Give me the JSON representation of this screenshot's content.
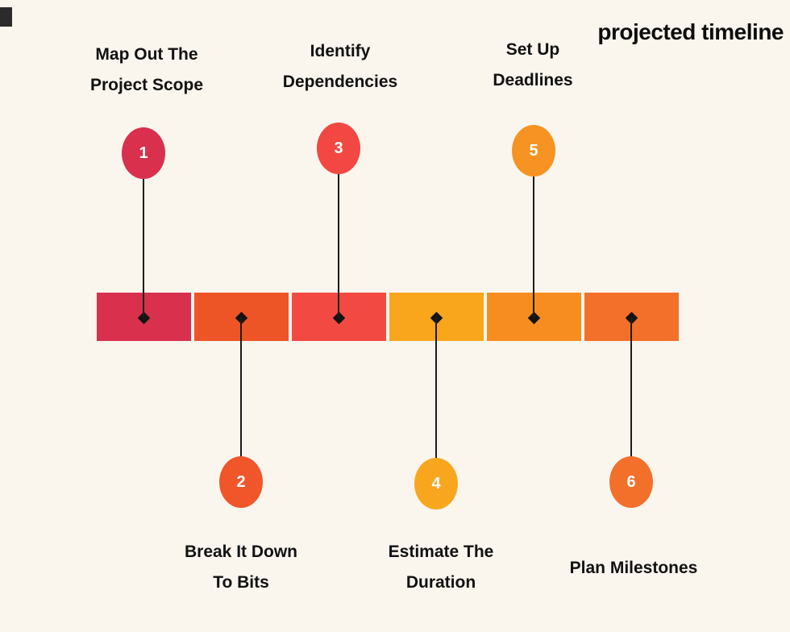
{
  "title": "projected timeline",
  "colors": {
    "background": "#faf6ee",
    "connector": "#1c1c1c",
    "label_text": "#111111",
    "number_text": "#ffffff"
  },
  "steps": [
    {
      "number": "1",
      "label_line1": "Map Out The",
      "label_line2": "Project Scope",
      "direction": "up",
      "circle_color": "#d8304d",
      "segment_color": "#d8304d"
    },
    {
      "number": "2",
      "label_line1": "Break It Down",
      "label_line2": "To Bits",
      "direction": "down",
      "circle_color": "#f1562b",
      "segment_color": "#ee5526"
    },
    {
      "number": "3",
      "label_line1": "Identify",
      "label_line2": "Dependencies",
      "direction": "up",
      "circle_color": "#f24742",
      "segment_color": "#f24a42"
    },
    {
      "number": "4",
      "label_line1": "Estimate The",
      "label_line2": "Duration",
      "direction": "down",
      "circle_color": "#f9a61f",
      "segment_color": "#f9a61d"
    },
    {
      "number": "5",
      "label_line1": "Set Up",
      "label_line2": "Deadlines",
      "direction": "up",
      "circle_color": "#f79322",
      "segment_color": "#f78d20"
    },
    {
      "number": "6",
      "label_line1": "Plan Milestones",
      "label_line2": "",
      "direction": "down",
      "circle_color": "#f3702b",
      "segment_color": "#f3702a"
    }
  ]
}
